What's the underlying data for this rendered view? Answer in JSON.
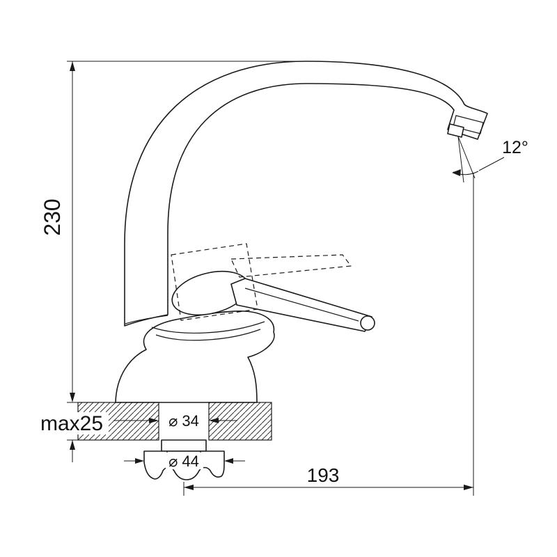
{
  "drawing": {
    "type": "technical-drawing",
    "background": "#ffffff",
    "line_color": "#1a1a1a",
    "labels": {
      "overall_height": "230",
      "spout_angle": "12°",
      "max_mount_thickness": "max25",
      "mount_hole_diameter": "⌀ 34",
      "shank_nut_diameter": "⌀ 44",
      "spout_reach": "193"
    }
  }
}
